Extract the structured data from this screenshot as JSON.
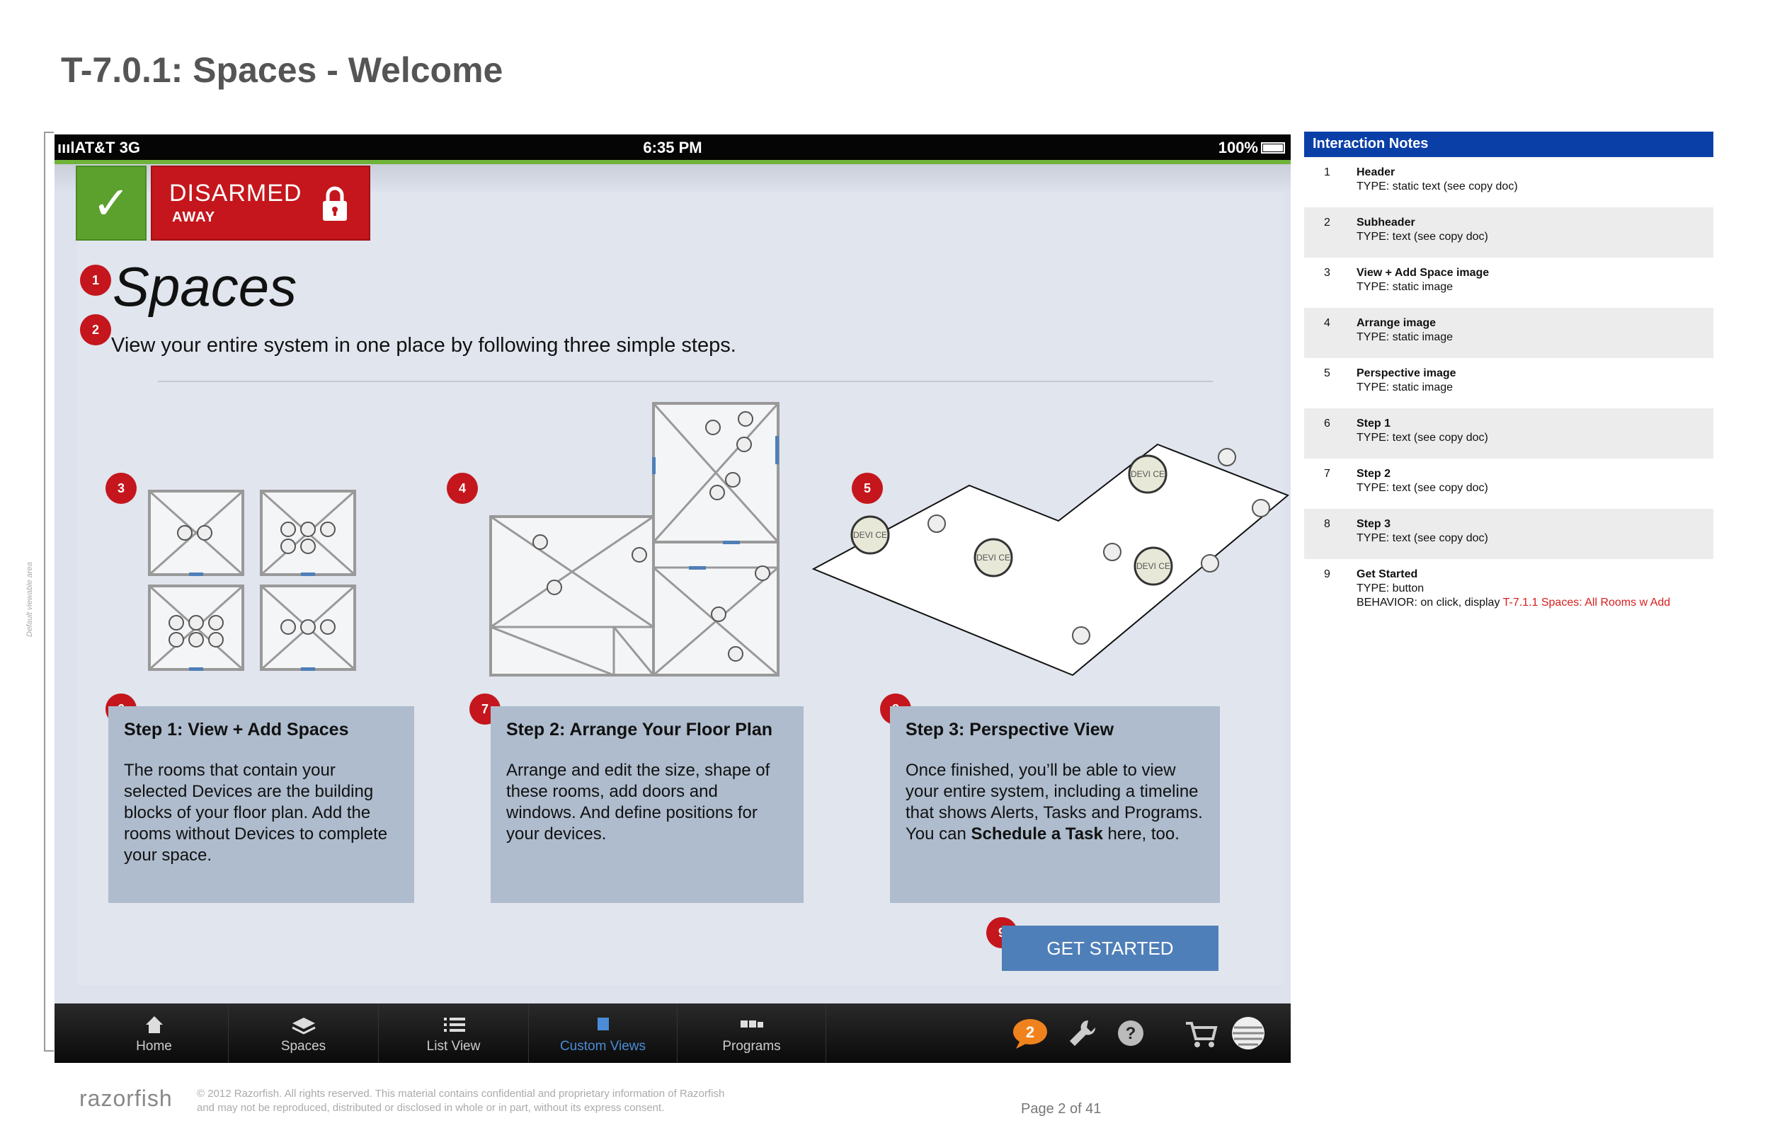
{
  "doc": {
    "title": "T-7.0.1: Spaces - Welcome",
    "viewable_label": "Default viewable area"
  },
  "status_bar": {
    "carrier": "ııılAT&T  3G",
    "time": "6:35 PM",
    "battery": "100%"
  },
  "alarm": {
    "state": "DISARMED",
    "mode": "AWAY"
  },
  "screen": {
    "title": "Spaces",
    "subheader": "View your entire system in one place by following three simple steps.",
    "device_label": "DEVI CE",
    "steps": [
      {
        "title": "Step 1: View + Add Spaces",
        "body": "The rooms that contain your selected Devices are the building blocks of your floor plan. Add the rooms without Devices to complete your space."
      },
      {
        "title": "Step 2: Arrange Your Floor Plan",
        "body": "Arrange and edit the size, shape of these rooms, add doors and windows. And define positions for your devices."
      },
      {
        "title": "Step 3: Perspective View",
        "body_pre": "Once finished, you’ll be able to view your entire system, including a timeline that shows Alerts, Tasks and Programs. You can ",
        "body_bold": "Schedule a Task",
        "body_post": " here, too."
      }
    ],
    "get_started": "GET STARTED",
    "markers": [
      "1",
      "2",
      "3",
      "4",
      "5",
      "6",
      "7",
      "8",
      "9"
    ]
  },
  "tabbar": {
    "tabs": [
      {
        "label": "Home",
        "icon": "home-icon"
      },
      {
        "label": "Spaces",
        "icon": "layers-icon"
      },
      {
        "label": "List View",
        "icon": "list-icon"
      },
      {
        "label": "Custom Views",
        "icon": "custom-views-icon"
      },
      {
        "label": "Programs",
        "icon": "programs-icon"
      }
    ],
    "alert_count": "2",
    "help_glyph": "?"
  },
  "notes": {
    "header": "Interaction Notes",
    "items": [
      {
        "num": "1",
        "name": "Header",
        "type": "TYPE: static text (see copy doc)"
      },
      {
        "num": "2",
        "name": "Subheader",
        "type": "TYPE: text (see copy doc)"
      },
      {
        "num": "3",
        "name": "View + Add Space image",
        "type": "TYPE: static image"
      },
      {
        "num": "4",
        "name": "Arrange image",
        "type": "TYPE: static image"
      },
      {
        "num": "5",
        "name": "Perspective image",
        "type": "TYPE: static image"
      },
      {
        "num": "6",
        "name": "Step 1",
        "type": "TYPE: text (see copy doc)"
      },
      {
        "num": "7",
        "name": "Step 2",
        "type": "TYPE: text (see copy doc)"
      },
      {
        "num": "8",
        "name": "Step 3",
        "type": "TYPE: text (see copy doc)"
      },
      {
        "num": "9",
        "name": "Get Started",
        "type": "TYPE: button",
        "behavior": "BEHAVIOR: on click, display ",
        "behavior_link": "T-7.1.1 Spaces: All Rooms w Add"
      }
    ]
  },
  "footer": {
    "logo": "razorfish",
    "copyright_1": "© 2012 Razorfish. All rights reserved. This material contains confidential and proprietary information of Razorfish",
    "copyright_2": "and may not be reproduced, distributed or disclosed in whole or in part, without its express consent.",
    "page": "Page  2 of 41"
  },
  "colors": {
    "accent_red": "#c4161c",
    "accent_green": "#5ca12e",
    "notes_header": "#0b3fa8",
    "button_blue": "#4f7fb8",
    "link_red": "#d81e1e"
  }
}
